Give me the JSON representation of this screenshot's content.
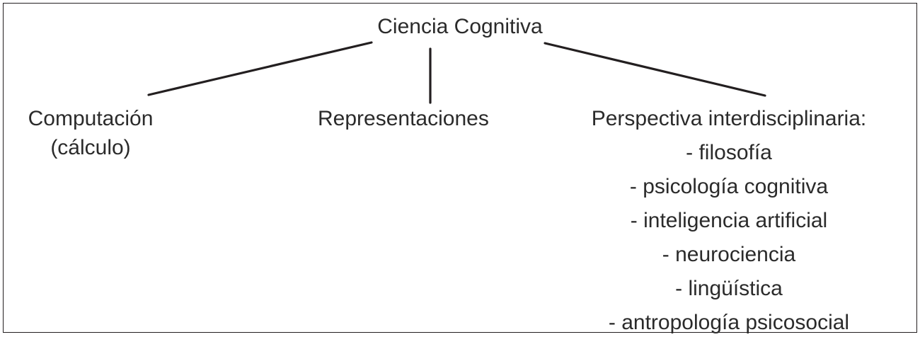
{
  "diagram": {
    "title": "Ciencia Cognitiva",
    "root": {
      "label": "Ciencia Cognitiva"
    },
    "branches": {
      "computation": {
        "line1": "Computación",
        "line2": "(cálculo)"
      },
      "representations": {
        "label": "Representaciones"
      },
      "interdisciplinary": {
        "heading": "Perspectiva interdisciplinaria:",
        "items": [
          "- filosofía",
          "- psicología cognitiva",
          "- inteligencia artificial",
          "- neurociencia",
          "- lingüística",
          "- antropología psicosocial"
        ]
      }
    },
    "style": {
      "text_color": "#2b2b2b",
      "line_color": "#231f20",
      "background_color": "#ffffff"
    }
  }
}
